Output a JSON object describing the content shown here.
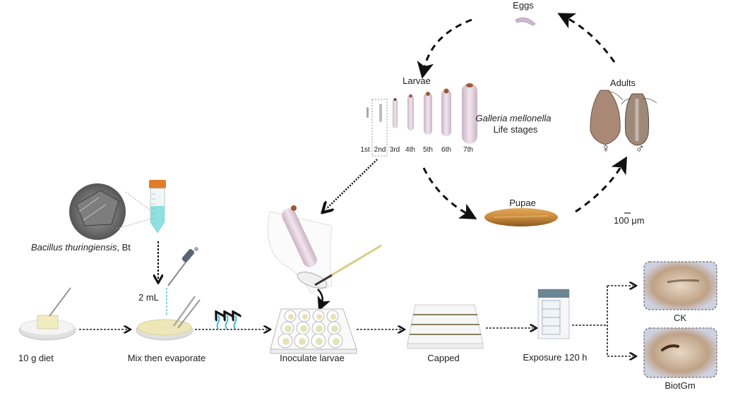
{
  "lifecycle": {
    "eggs_label": "Eggs",
    "larvae_label": "Larvae",
    "pupae_label": "Pupae",
    "adults_label": "Adults",
    "species": "Galleria mellonella",
    "stages_caption": "Life stages",
    "instars": [
      "1st",
      "2nd",
      "3rd",
      "4th",
      "5th",
      "6th",
      "7th"
    ],
    "selected_instar": "2nd",
    "female_symbol": "♀",
    "male_symbol": "♂",
    "scale_bar": "100 μm"
  },
  "workflow": {
    "bt_label_italic": "Bacillus thuringiensis",
    "bt_label_suffix": ", Bt",
    "volume": "2 mL",
    "steps": [
      {
        "label": "10 g diet"
      },
      {
        "label": "Mix then evaporate"
      },
      {
        "label": "Inoculate larvae"
      },
      {
        "label": "Capped"
      },
      {
        "label": "Exposure 120 h"
      }
    ],
    "outcomes": [
      {
        "label": "CK"
      },
      {
        "label": "BiotGm"
      }
    ]
  },
  "colors": {
    "arrow": "#111111",
    "larva": "#e8d8e2",
    "pupa": "#c98a3c",
    "tube_cap": "#e07b2a",
    "tube_liquid": "#8fe0e0",
    "vapor": "#3bbbd8",
    "diet": "#f1ecc0"
  }
}
